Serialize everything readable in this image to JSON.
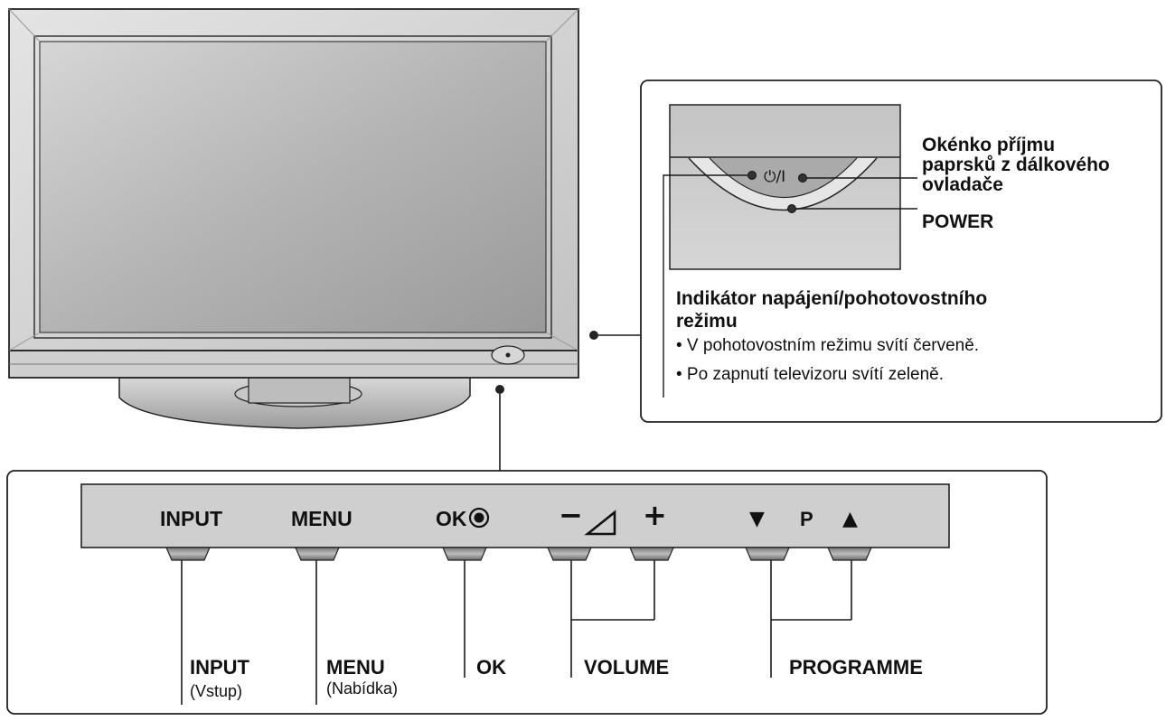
{
  "detail": {
    "remote_sensor_label": "Okénko příjmu paprsků z dálkového ovladače",
    "remote_sensor_lines": [
      "Okénko příjmu",
      "paprsků z dálkového",
      "ovladače"
    ],
    "power_label": "POWER",
    "power_symbol": "⏻/I",
    "indicator_title_lines": [
      "Indikátor napájení/pohotovostního",
      "režimu"
    ],
    "indicator_notes": [
      "• V  pohotovostním režimu svítí červeně.",
      "• Po zapnutí televizoru svítí zeleně."
    ]
  },
  "panel": {
    "input_text": "INPUT",
    "menu_text": "MENU",
    "ok_text": "OK",
    "vol_minus": "−",
    "vol_plus": "+",
    "prog_down": "▼",
    "prog_text": "P",
    "prog_up": "▲"
  },
  "callouts": {
    "input": {
      "label": "INPUT",
      "sub": "(Vstup)"
    },
    "menu": {
      "label": "MENU",
      "sub": "(Nabídka)"
    },
    "ok": {
      "label": "OK"
    },
    "volume": {
      "label": "VOLUME"
    },
    "programme": {
      "label": "PROGRAMME"
    }
  },
  "colors": {
    "tv_body": "#c9c9c9",
    "screen": "#a9a9a9",
    "panel_fill": "#cfcfcf",
    "line": "#1a1a1a"
  }
}
